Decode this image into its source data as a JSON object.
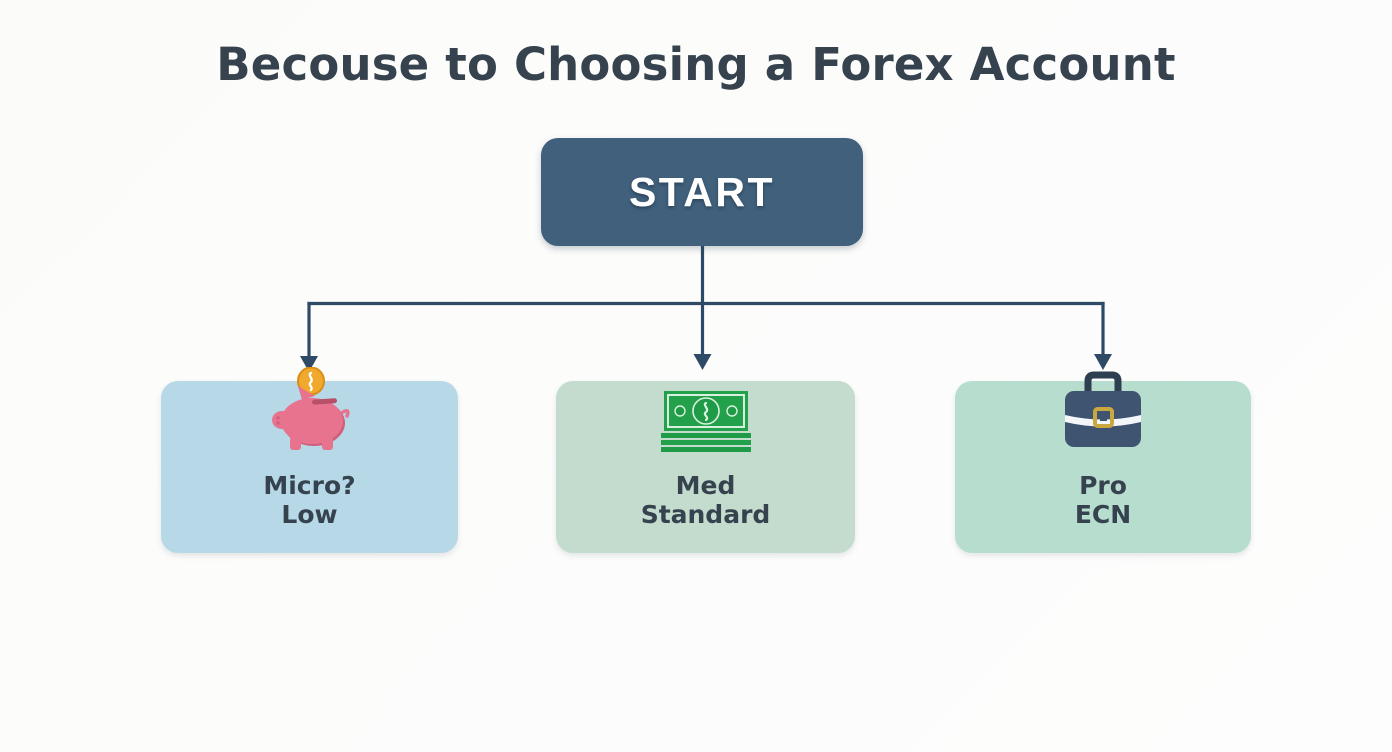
{
  "page": {
    "title": "Becouse to Choosing a Forex Account",
    "background_color": "#fcfcfb",
    "title_color": "#36434f"
  },
  "flowchart": {
    "type": "decision-tree",
    "connector_color": "#2e4a66",
    "start_node": {
      "label": "START",
      "fill_color": "#40607c",
      "text_color": "#ffffff"
    },
    "branches": [
      {
        "id": "micro",
        "icon": "piggy-bank-icon",
        "icon_colors": {
          "body": "#e8738f",
          "body_shadow": "#d05f7c",
          "coin": "#f0a92c",
          "coin_edge": "#d98e18"
        },
        "line1": "Micro?",
        "line2": "Low",
        "fill_color": "#b7d9e7",
        "text_color": "#36434f"
      },
      {
        "id": "standard",
        "icon": "banknotes-icon",
        "icon_colors": {
          "bill": "#22a04a",
          "bill_light": "#d9f2e0",
          "stack": "#1f9a46"
        },
        "line1": "Med",
        "line2": "Standard",
        "fill_color": "#c4dccd",
        "text_color": "#36434f"
      },
      {
        "id": "pro",
        "icon": "briefcase-icon",
        "icon_colors": {
          "body": "#3f5470",
          "handle": "#2f3f52",
          "strap": "#f4f7f9",
          "clasp": "#c9a93f"
        },
        "line1": "Pro",
        "line2": "ECN",
        "fill_color": "#b6ddcd",
        "text_color": "#36434f"
      }
    ]
  }
}
